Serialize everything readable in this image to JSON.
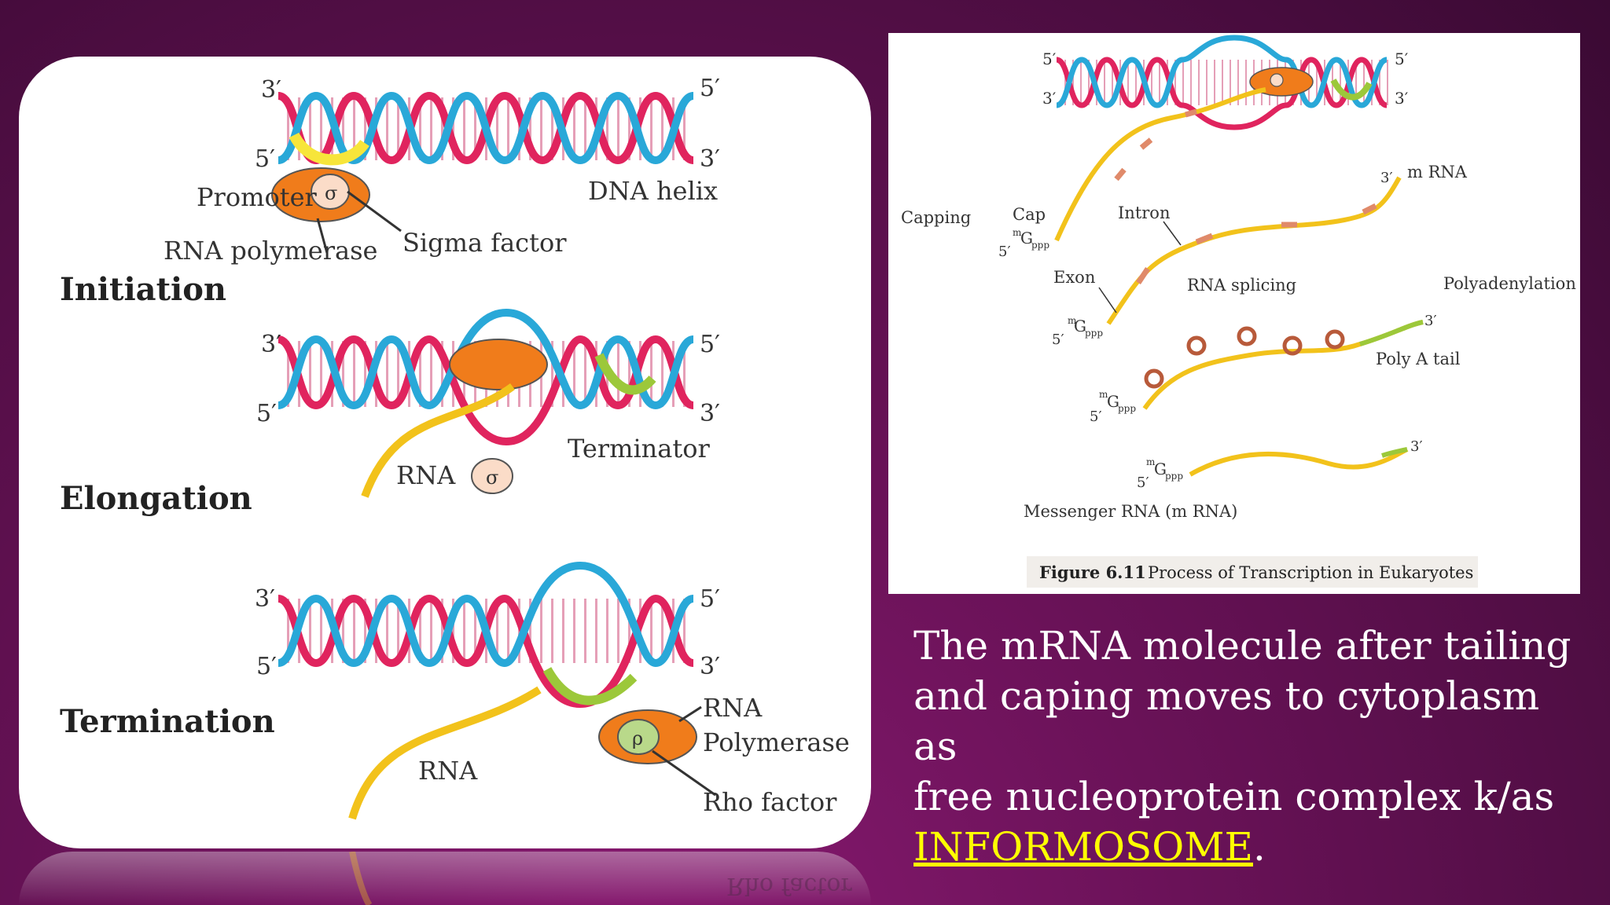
{
  "left_diagram": {
    "initiation": {
      "stage": "Initiation",
      "end_3_top": "3′",
      "end_5_bottom": "5′",
      "end_5_top_right": "5′",
      "end_3_bottom_right": "3′",
      "promoter": "Promoter",
      "sigma_symbol": "σ",
      "dna_helix": "DNA helix",
      "rna_polymerase": "RNA polymerase",
      "sigma_factor": "Sigma factor"
    },
    "elongation": {
      "stage": "Elongation",
      "end_3_top": "3′",
      "end_5_bottom": "5′",
      "end_5_top_right": "5′",
      "end_3_bottom_right": "3′",
      "rna": "RNA",
      "sigma_symbol": "σ",
      "terminator": "Terminator"
    },
    "termination": {
      "stage": "Termination",
      "end_3_top": "3′",
      "end_5_bottom": "5′",
      "end_5_top_right": "5′",
      "end_3_bottom_right": "3′",
      "rna": "RNA",
      "rna_polymerase_line1": "RNA",
      "rna_polymerase_line2": "Polymerase",
      "rho_symbol": "ρ",
      "rho_factor": "Rho factor"
    },
    "reflection_text": "Rho factor"
  },
  "right_diagram": {
    "end_5_left": "5′",
    "end_3_left": "3′",
    "end_5_right": "5′",
    "end_3_right": "3′",
    "capping": "Capping",
    "cap": "Cap",
    "cap_m": "m",
    "cap_g": "G",
    "cap_ppp": "ppp",
    "cap_5": "5′",
    "intron": "Intron",
    "mrna_3": "3′",
    "m_rna": "m RNA",
    "exon": "Exon",
    "rna_splicing": "RNA splicing",
    "polyadenylation": "Polyadenylation",
    "polya_3": "3′",
    "poly_a_tail": "Poly A tail",
    "final_3": "3′",
    "messenger_rna": "Messenger RNA (m RNA)",
    "figure_label": "Figure 6.11",
    "figure_caption": "Process of Transcription in Eukaryotes"
  },
  "side_text": {
    "line1": "The mRNA molecule after tailing",
    "line2": "and caping moves to cytoplasm as",
    "line3": "free nucleoprotein complex k/as",
    "highlight": "INFORMOSOME",
    "end": "."
  },
  "colors": {
    "strand_red": "#e0245e",
    "strand_blue": "#29a8d8",
    "rna_yellow": "#f2c21b",
    "polymerase_orange": "#f07c1b",
    "terminator_green": "#9cc83a",
    "highlight_yellow": "#ffff00"
  }
}
